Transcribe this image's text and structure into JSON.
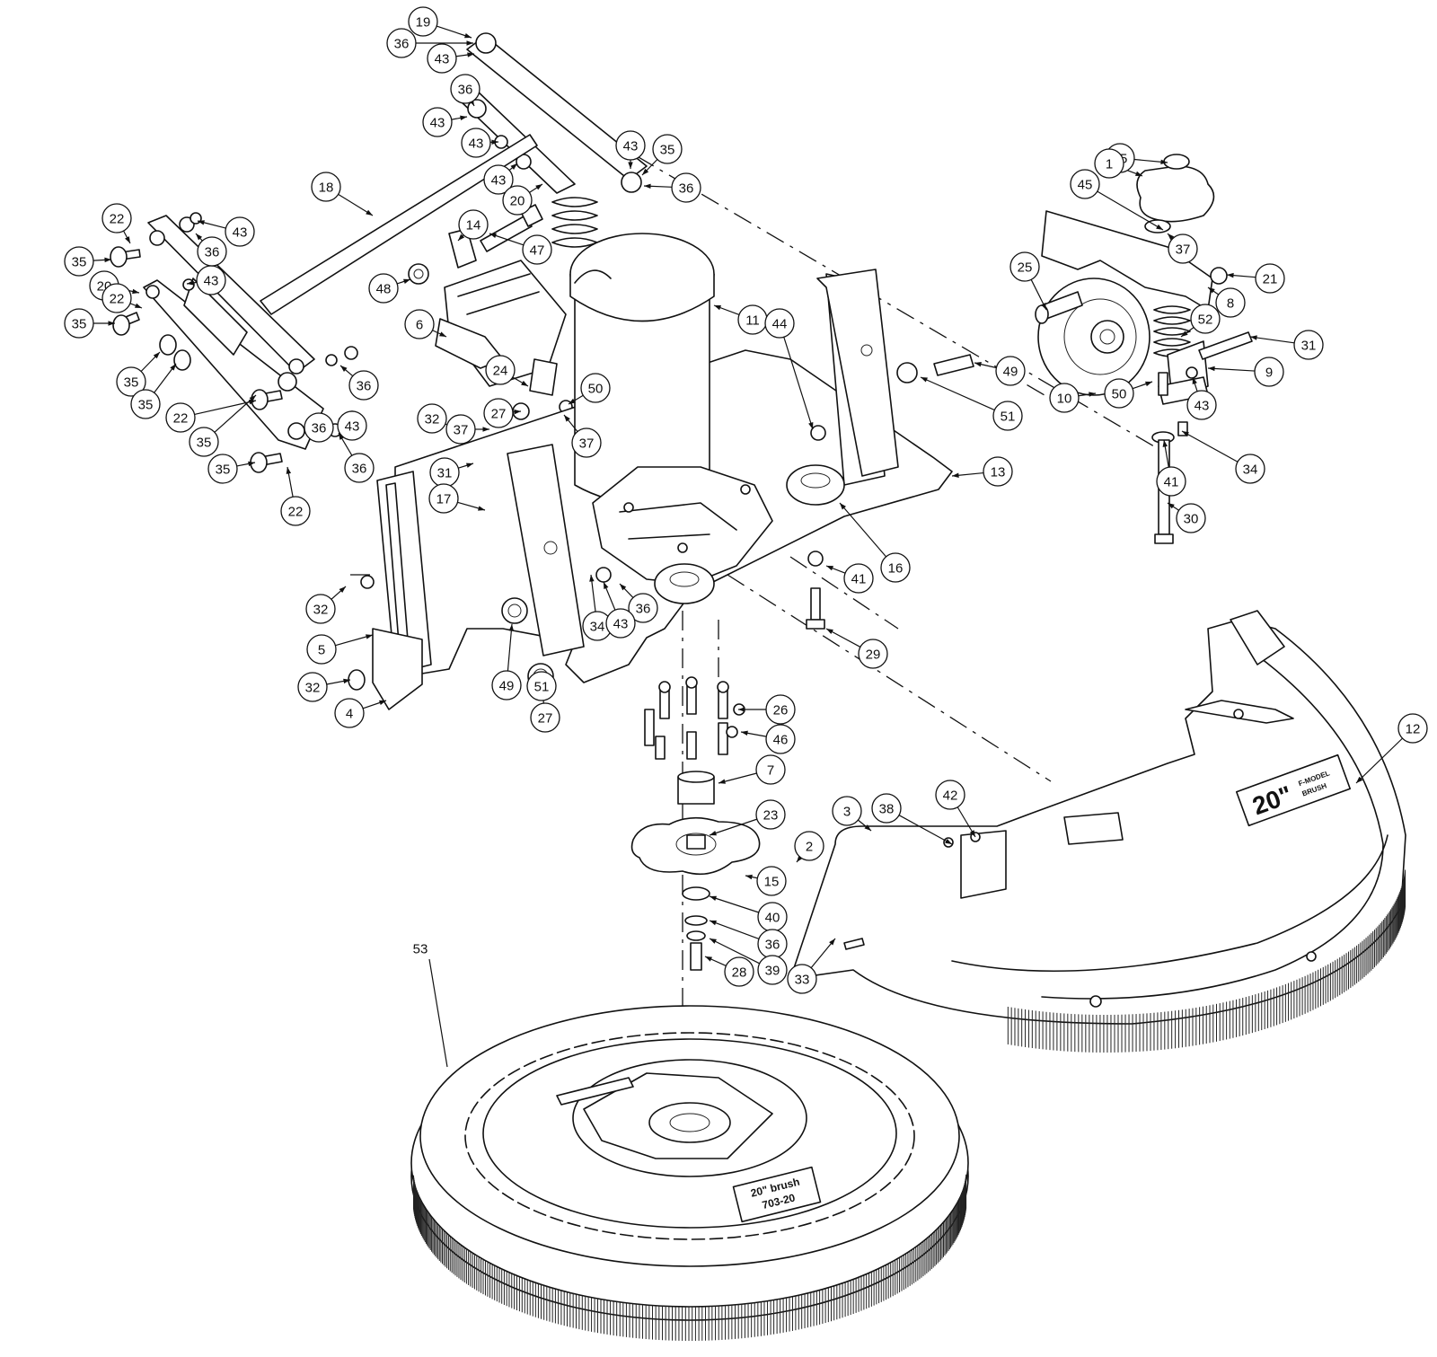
{
  "diagram": {
    "callouts": [
      {
        "label": "19"
      },
      {
        "label": "36"
      },
      {
        "label": "43"
      },
      {
        "label": "36"
      },
      {
        "label": "43"
      },
      {
        "label": "43"
      },
      {
        "label": "43"
      },
      {
        "label": "43"
      },
      {
        "label": "35"
      },
      {
        "label": "36"
      },
      {
        "label": "18"
      },
      {
        "label": "20"
      },
      {
        "label": "14"
      },
      {
        "label": "47"
      },
      {
        "label": "22"
      },
      {
        "label": "43"
      },
      {
        "label": "36"
      },
      {
        "label": "35"
      },
      {
        "label": "43"
      },
      {
        "label": "20"
      },
      {
        "label": "22"
      },
      {
        "label": "35"
      },
      {
        "label": "48"
      },
      {
        "label": "6"
      },
      {
        "label": "11"
      },
      {
        "label": "35"
      },
      {
        "label": "36"
      },
      {
        "label": "35"
      },
      {
        "label": "22"
      },
      {
        "label": "24"
      },
      {
        "label": "50"
      },
      {
        "label": "35"
      },
      {
        "label": "36"
      },
      {
        "label": "32"
      },
      {
        "label": "27"
      },
      {
        "label": "37"
      },
      {
        "label": "37"
      },
      {
        "label": "43"
      },
      {
        "label": "35"
      },
      {
        "label": "36"
      },
      {
        "label": "22"
      },
      {
        "label": "31"
      },
      {
        "label": "17"
      },
      {
        "label": "44"
      },
      {
        "label": "49"
      },
      {
        "label": "51"
      },
      {
        "label": "13"
      },
      {
        "label": "16"
      },
      {
        "label": "32"
      },
      {
        "label": "41"
      },
      {
        "label": "36"
      },
      {
        "label": "34"
      },
      {
        "label": "43"
      },
      {
        "label": "29"
      },
      {
        "label": "5"
      },
      {
        "label": "49"
      },
      {
        "label": "51"
      },
      {
        "label": "32"
      },
      {
        "label": "27"
      },
      {
        "label": "4"
      },
      {
        "label": "26"
      },
      {
        "label": "46"
      },
      {
        "label": "7"
      },
      {
        "label": "23"
      },
      {
        "label": "15"
      },
      {
        "label": "40"
      },
      {
        "label": "36"
      },
      {
        "label": "39"
      },
      {
        "label": "28"
      },
      {
        "label": "33"
      },
      {
        "label": "3"
      },
      {
        "label": "2"
      },
      {
        "label": "38"
      },
      {
        "label": "42"
      },
      {
        "label": "12"
      },
      {
        "label": "45"
      },
      {
        "label": "1"
      },
      {
        "label": "45"
      },
      {
        "label": "37"
      },
      {
        "label": "25"
      },
      {
        "label": "21"
      },
      {
        "label": "8"
      },
      {
        "label": "52"
      },
      {
        "label": "31"
      },
      {
        "label": "9"
      },
      {
        "label": "10"
      },
      {
        "label": "50"
      },
      {
        "label": "43"
      },
      {
        "label": "34"
      },
      {
        "label": "41"
      },
      {
        "label": "30"
      }
    ],
    "plain_label": "53",
    "decals": {
      "hood_size": "20\"",
      "hood_sub_a": "F-MODEL",
      "hood_sub_b": "BRUSH",
      "brush_line1": "20\" brush",
      "brush_line2": "703-20"
    }
  }
}
